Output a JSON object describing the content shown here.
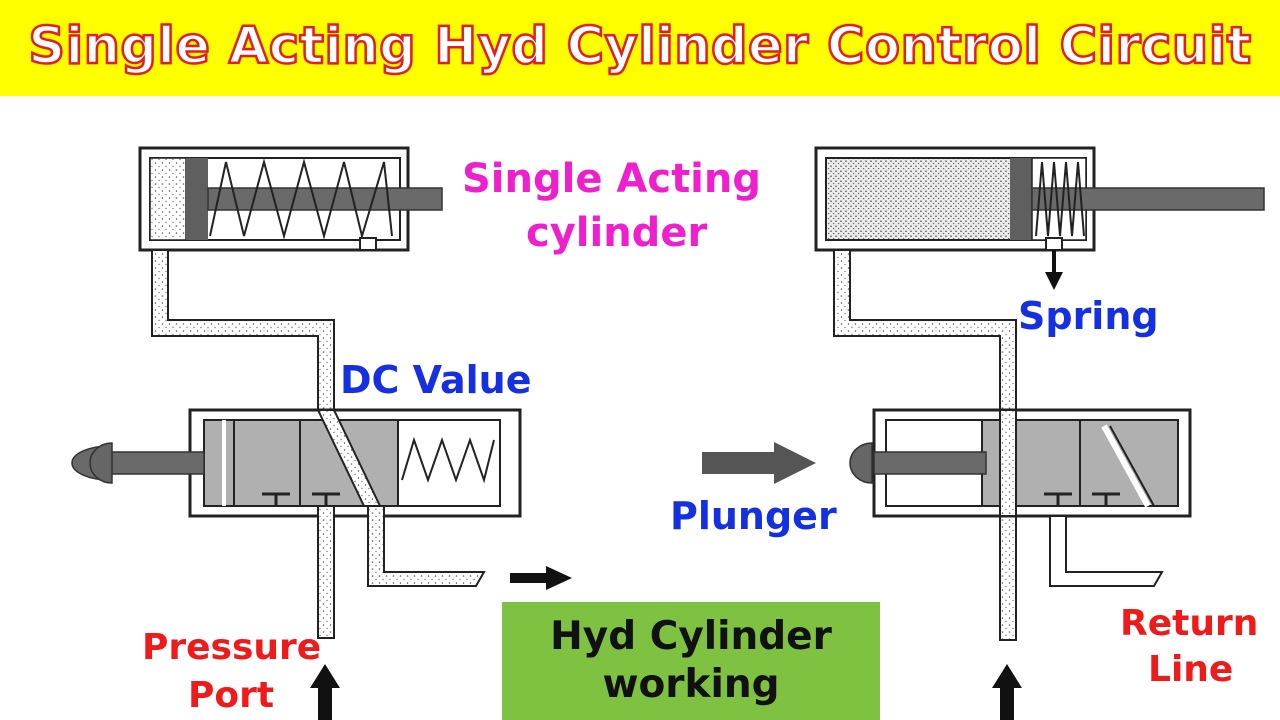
{
  "banner": {
    "title": "Single Acting Hyd Cylinder Control Circuit"
  },
  "labels": {
    "single_acting_line1": "Single Acting",
    "single_acting_line2": "cylinder",
    "dc_value": "DC Value",
    "plunger": "Plunger",
    "spring": "Spring",
    "pressure_line1": "Pressure",
    "pressure_line2": "Port",
    "return_line1": "Return",
    "return_line2": "Line"
  },
  "caption": {
    "line1": "Hyd Cylinder",
    "line2": "working"
  },
  "colors": {
    "banner_bg": "#ffff00",
    "title_stroke": "#e02020",
    "magenta": "#ef1fce",
    "blue": "#1530e0",
    "red": "#ef1a1a",
    "caption_bg": "#7fc241",
    "metal": "#5f5f5f",
    "valve_fill": "#b0b0b0"
  }
}
